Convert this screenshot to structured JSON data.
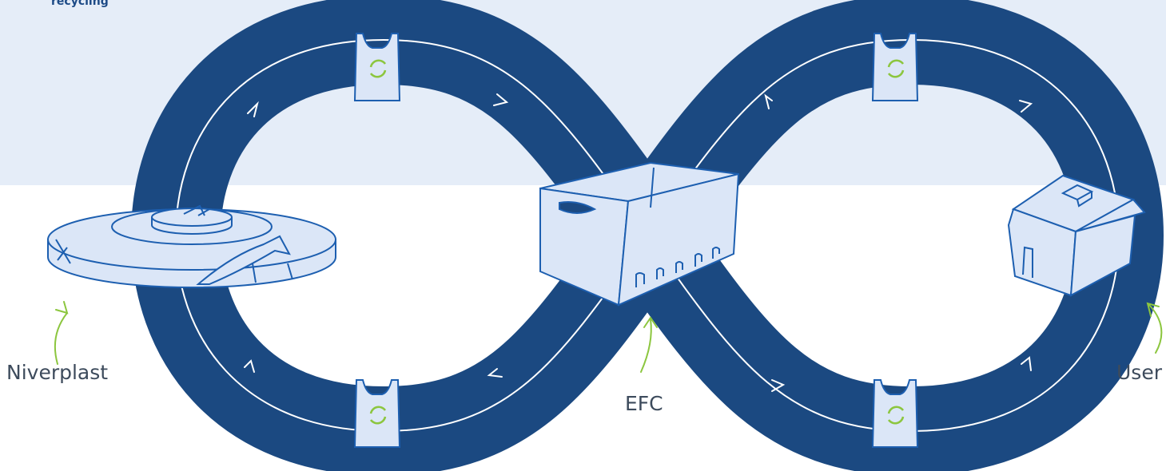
{
  "heading": "recycling",
  "labels": {
    "niverplast": "Niverplast",
    "efc": "EFC",
    "user": "User"
  },
  "icons": {
    "bag": "recycle-bag-icon",
    "machine": "recycling-machine-icon",
    "crate": "crate-icon",
    "house": "house-icon",
    "arrow": "pointer-arrow-icon"
  },
  "colors": {
    "loop": "#1b4981",
    "band": "#e5edf8",
    "accent": "#8cc63f",
    "sketch_fill": "#dbe6f7",
    "sketch_stroke": "#1d5fb0"
  }
}
